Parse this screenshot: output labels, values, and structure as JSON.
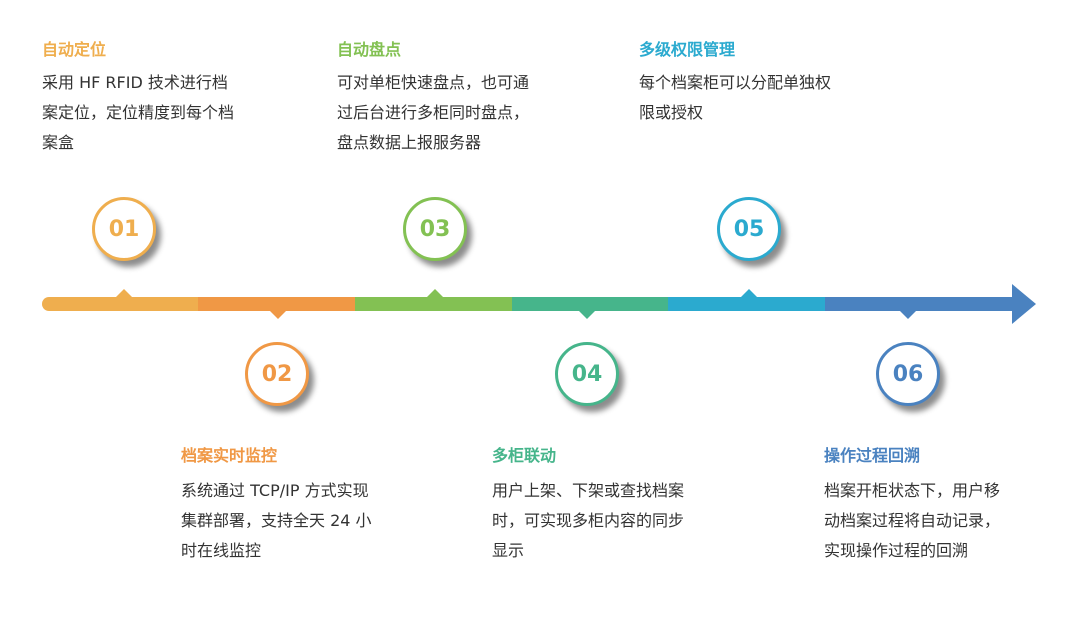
{
  "steps": [
    {
      "num": "01",
      "title": "自动定位",
      "desc": "采用 HF RFID 技术进行档案定位，定位精度到每个档案盒",
      "color": "#EFAE4E"
    },
    {
      "num": "02",
      "title": "档案实时监控",
      "desc": "系统通过 TCP/IP 方式实现集群部署，支持全天 24 小时在线监控",
      "color": "#F09845"
    },
    {
      "num": "03",
      "title": "自动盘点",
      "desc": "可对单柜快速盘点，也可通过后台进行多柜同时盘点，盘点数据上报服务器",
      "color": "#83C153"
    },
    {
      "num": "04",
      "title": "多柜联动",
      "desc": "用户上架、下架或查找档案时，可实现多柜内容的同步显示",
      "color": "#46B58B"
    },
    {
      "num": "05",
      "title": "多级权限管理",
      "desc": "每个档案柜可以分配单独权限或授权",
      "color": "#2BAACF"
    },
    {
      "num": "06",
      "title": "操作过程回溯",
      "desc": "档案开柜状态下，用户移动档案过程将自动记录，实现操作过程的回溯",
      "color": "#4A82C0"
    }
  ]
}
